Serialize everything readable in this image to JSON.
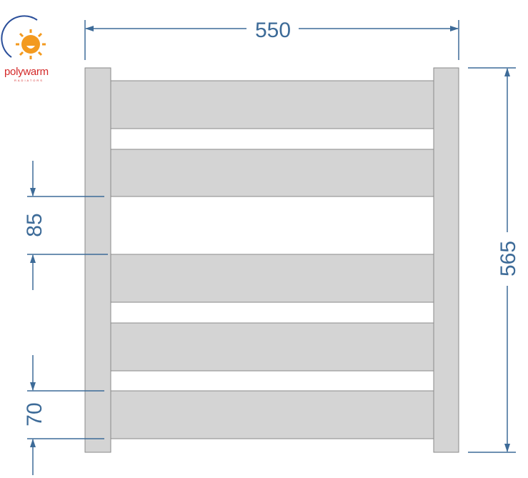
{
  "logo": {
    "brand": "polywarm",
    "subtitle": "RADIATORS"
  },
  "dimensions": {
    "width": "550",
    "height": "565",
    "rail_gap": "85",
    "rail_height": "70"
  },
  "colors": {
    "dimension": "#3d6b98",
    "panel": "#d4d4d4",
    "panel_edge": "#8a8a8a",
    "logo": "#d42a2a",
    "sun": "#f39a1f"
  }
}
